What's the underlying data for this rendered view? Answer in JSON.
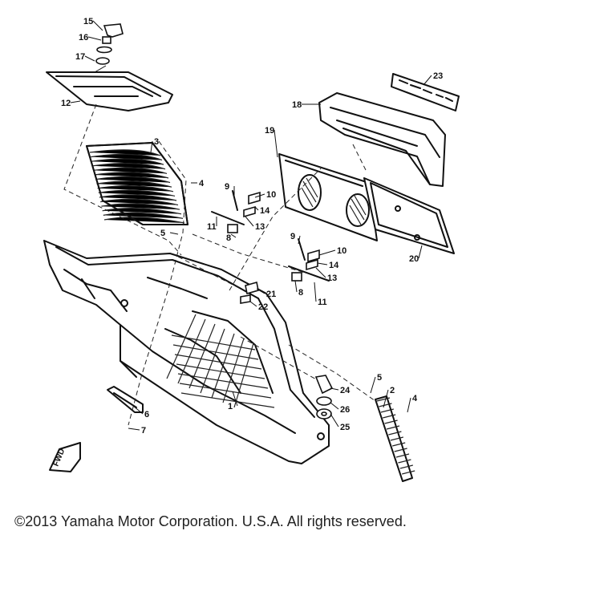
{
  "diagram": {
    "callouts": [
      "1",
      "2",
      "3",
      "4",
      "5",
      "6",
      "7",
      "8",
      "9",
      "10",
      "11",
      "12",
      "13",
      "14",
      "15",
      "16",
      "17",
      "18",
      "19",
      "20",
      "21",
      "22",
      "23",
      "24",
      "25",
      "26"
    ],
    "front_marker": "FWD"
  },
  "footer": {
    "copyright": "©2013 Yamaha Motor Corporation. U.S.A. All rights reserved."
  }
}
